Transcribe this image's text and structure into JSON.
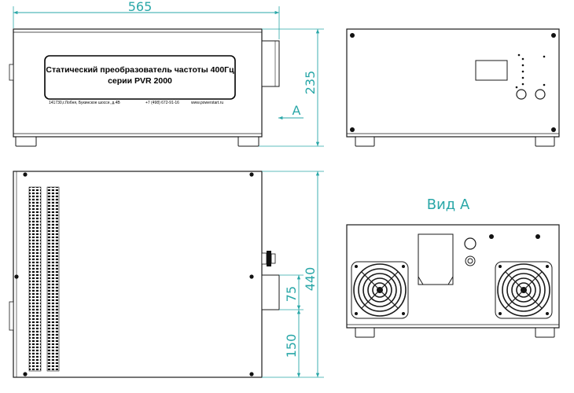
{
  "colors": {
    "dimension": "#2aa7a8",
    "outline": "#1a1a1a",
    "fill_dark": "#222222"
  },
  "dimensions": {
    "width_top": "565",
    "height_side": "235",
    "depth": "440",
    "port_height": "75",
    "port_offset": "150"
  },
  "view_marker": "A",
  "view_caption": "Вид  А",
  "label": {
    "line1": "Статический преобразователь частоты  400Гц",
    "line2": "серии PVR 2000",
    "address": "141730,г.Лобня, Букинское шоссе, д.4В",
    "phone": "+7 (498) 672-91-16",
    "website": "www.powerstart.ru"
  },
  "icons": [
    "fan-grille-icon",
    "ventilation-grille-icon",
    "cable-gland-icon",
    "screw-icon"
  ]
}
